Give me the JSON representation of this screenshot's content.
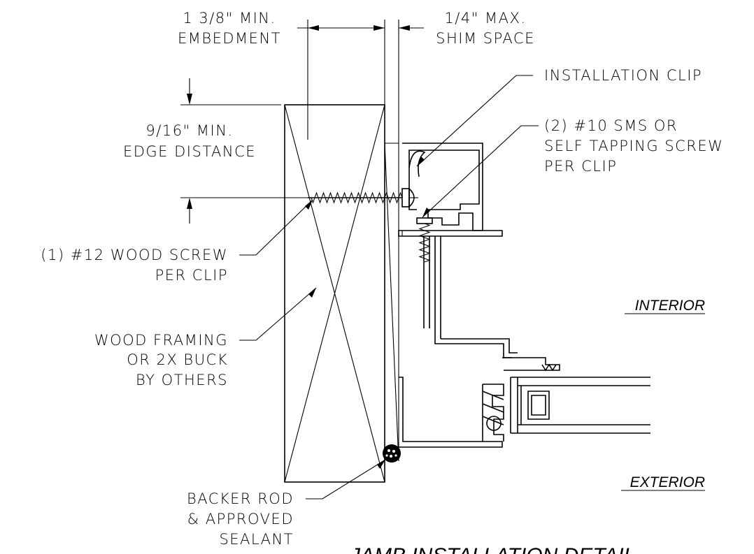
{
  "labels": {
    "embedment": [
      "1 3/8\" MIN.",
      "EMBEDMENT"
    ],
    "shim_space": [
      "1/4\" MAX.",
      "SHIM SPACE"
    ],
    "installation_clip": [
      "INSTALLATION CLIP"
    ],
    "sms_screw": [
      "(2) #10 SMS OR",
      "SELF TAPPING SCREW",
      "PER CLIP"
    ],
    "edge_distance": [
      "9/16\" MIN.",
      "EDGE DISTANCE"
    ],
    "wood_screw": [
      "(1) #12 WOOD SCREW",
      "PER CLIP"
    ],
    "wood_framing": [
      "WOOD FRAMING",
      "OR 2X BUCK",
      "BY OTHERS"
    ],
    "backer_rod": [
      "BACKER ROD",
      "& APPROVED",
      "SEALANT"
    ],
    "interior": "INTERIOR",
    "exterior": "EXTERIOR",
    "title": "JAMB INSTALLATION DETAIL"
  }
}
